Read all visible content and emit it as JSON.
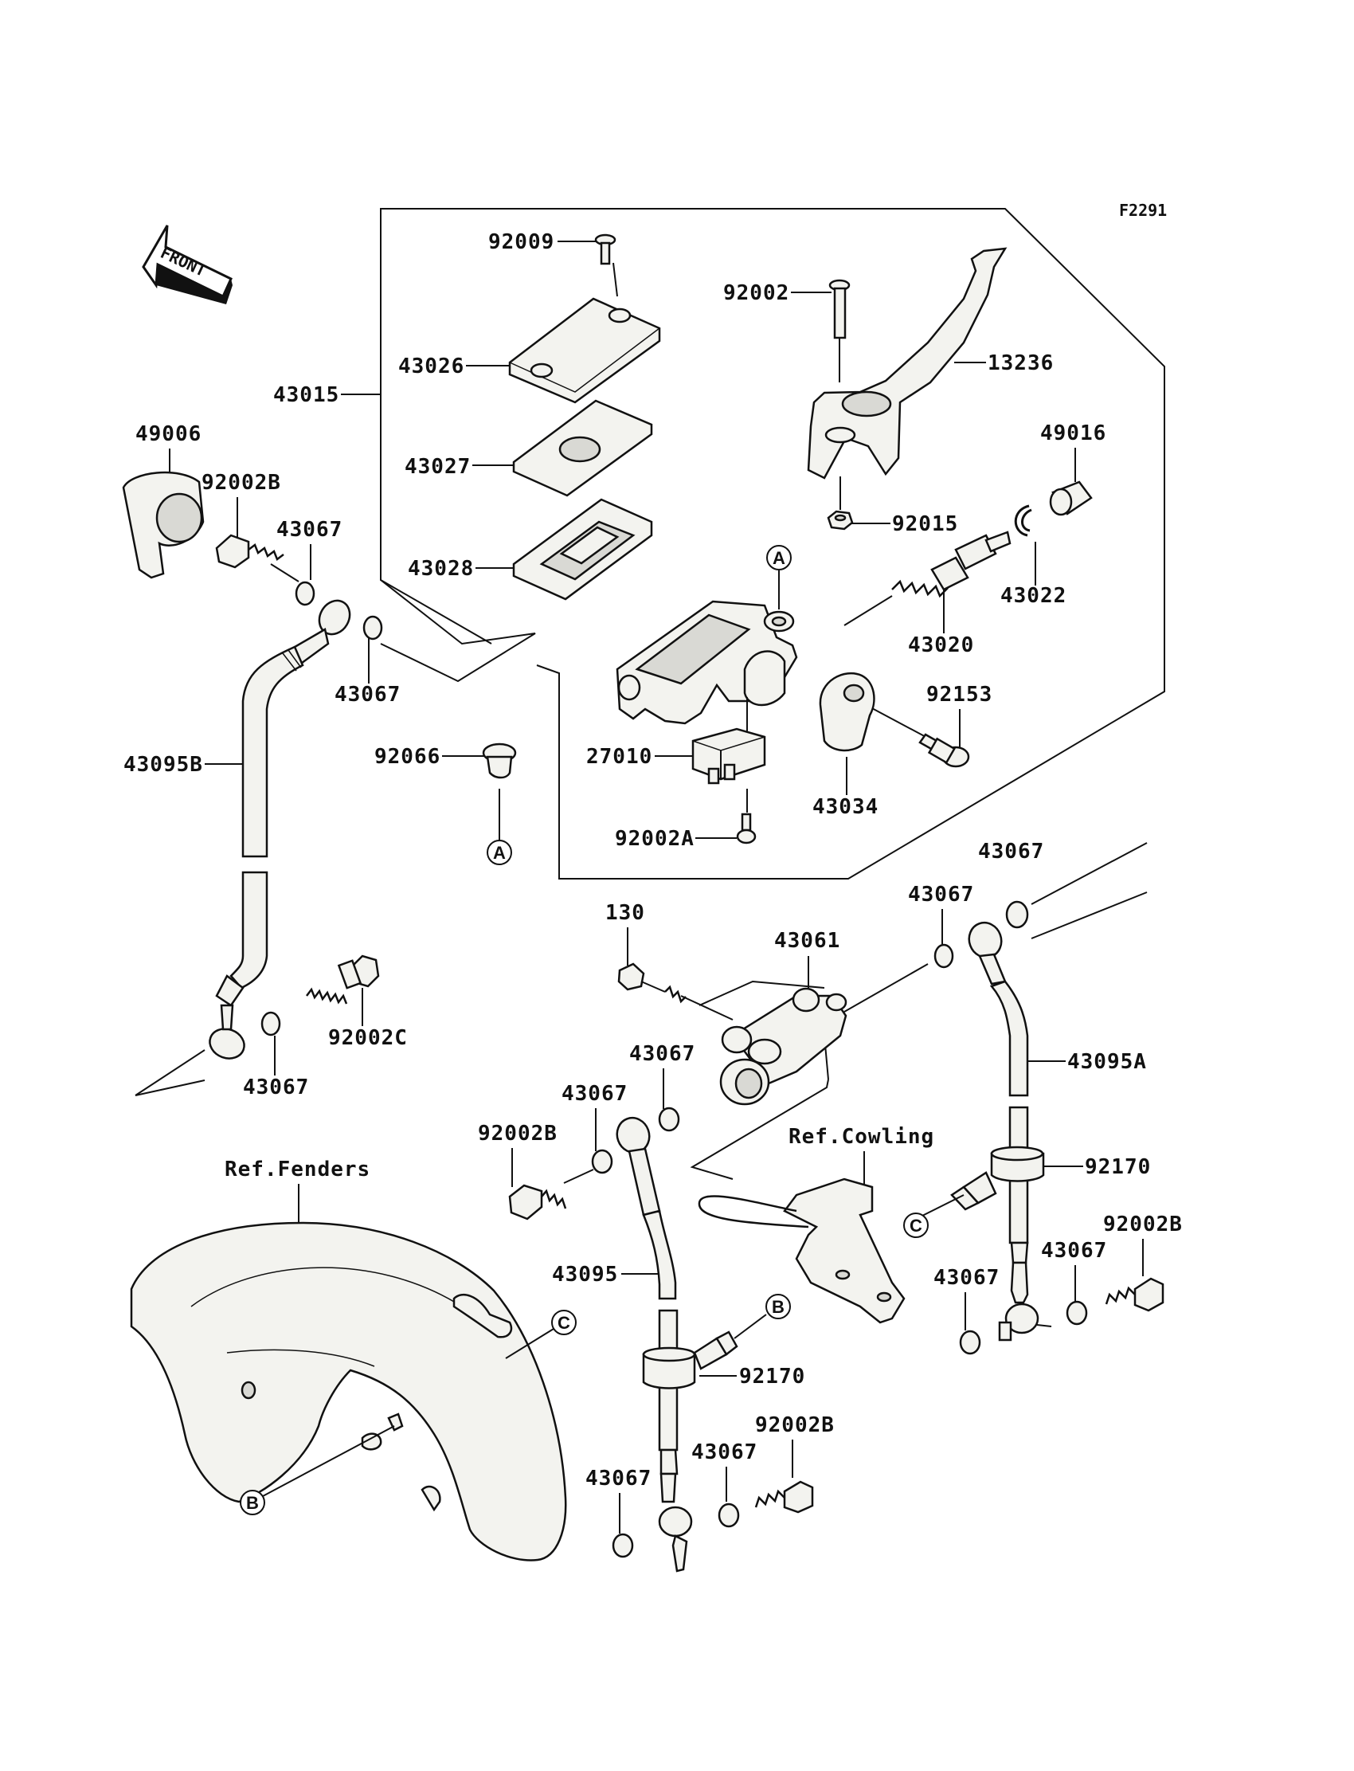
{
  "diagram": {
    "code": "F2291",
    "front_label": "FRONT",
    "ref_fenders": "Ref.Fenders",
    "ref_cowling": "Ref.Cowling",
    "markers": {
      "a": "A",
      "b": "B",
      "c": "C"
    },
    "parts": {
      "p43015": "43015",
      "p92009": "92009",
      "p43026": "43026",
      "p43027": "43027",
      "p43028": "43028",
      "p92002": "92002",
      "p13236": "13236",
      "p49016": "49016",
      "p92015": "92015",
      "p43022": "43022",
      "p43020": "43020",
      "p92153": "92153",
      "p27010": "27010",
      "p43034": "43034",
      "p92002A": "92002A",
      "p92066": "92066",
      "p49006": "49006",
      "p92002B_top": "92002B",
      "p43067_a": "43067",
      "p43067_b": "43067",
      "p43095B": "43095B",
      "p92002C": "92002C",
      "p43067_c": "43067",
      "p130": "130",
      "p43061": "43061",
      "p43067_d": "43067",
      "p43067_e": "43067",
      "p43067_f": "43067",
      "p43067_g": "43067",
      "p92002B_mid": "92002B",
      "p43095A": "43095A",
      "p92170_r": "92170",
      "p92002B_r": "92002B",
      "p43067_h": "43067",
      "p43067_i": "43067",
      "p43095": "43095",
      "p92170_l": "92170",
      "p92002B_bot": "92002B",
      "p43067_j": "43067",
      "p43067_k": "43067"
    }
  }
}
